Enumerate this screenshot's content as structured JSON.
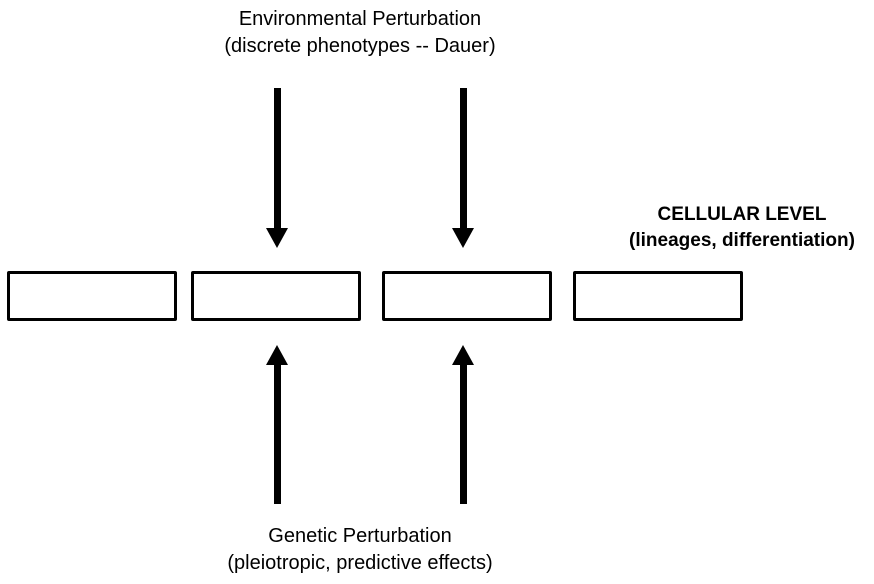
{
  "environmental": {
    "title": "Environmental Perturbation",
    "subtitle": "(discrete phenotypes -- Dauer)"
  },
  "genetic": {
    "title": "Genetic Perturbation",
    "subtitle": "(pleiotropic, predictive effects)"
  },
  "cellular": {
    "title": "CELLULAR LEVEL",
    "subtitle": "(lineages, differentiation)"
  },
  "boxes": [
    {
      "label": ""
    },
    {
      "label": ""
    },
    {
      "label": ""
    },
    {
      "label": ""
    }
  ],
  "arrows": [
    {
      "from": "Environmental Perturbation",
      "to": "box 2",
      "direction": "down"
    },
    {
      "from": "Environmental Perturbation",
      "to": "box 3",
      "direction": "down"
    },
    {
      "from": "Genetic Perturbation",
      "to": "box 2",
      "direction": "up"
    },
    {
      "from": "Genetic Perturbation",
      "to": "box 3",
      "direction": "up"
    }
  ],
  "colors": {
    "stroke": "#000000",
    "background": "#ffffff"
  }
}
